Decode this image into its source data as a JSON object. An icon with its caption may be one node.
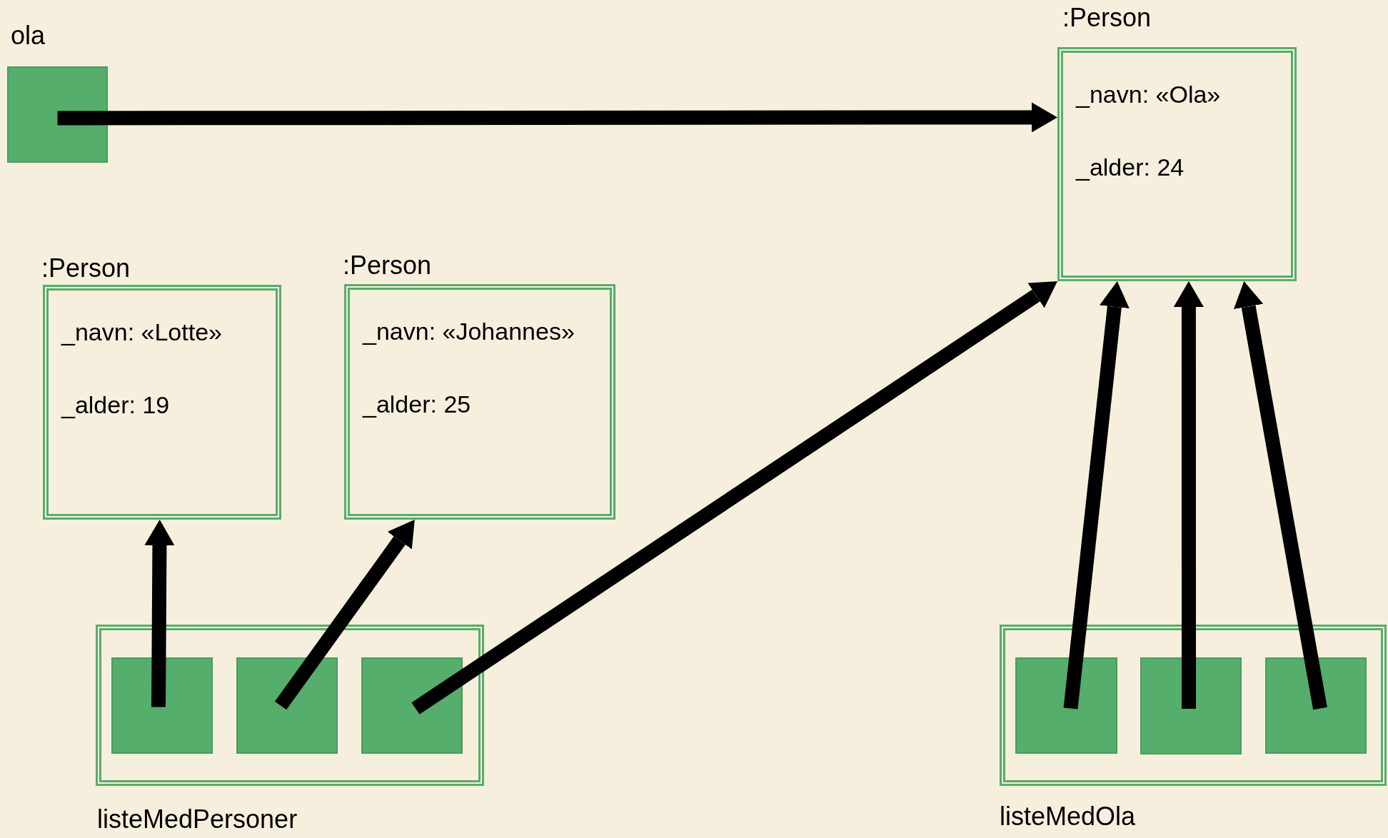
{
  "diagram": {
    "nodes": [
      {
        "text": [
          "ola"
        ]
      },
      {
        "text": [
          ":Person",
          "_navn: «Ola»",
          "_alder: 24"
        ]
      },
      {
        "text": [
          ":Person",
          "_navn: «Lotte»",
          "_alder: 19"
        ]
      },
      {
        "text": [
          ":Person",
          "_navn: «Johannes»",
          "_alder: 25"
        ]
      },
      {
        "text": [
          "listeMedPersoner"
        ]
      },
      {
        "text": [],
        "shape": "box",
        "in": 4
      },
      {
        "text": [],
        "shape": "box",
        "in": 4
      },
      {
        "text": [],
        "shape": "box",
        "in": 4
      },
      {
        "text": [
          "listeMedOla"
        ]
      },
      {
        "text": [],
        "shape": "box",
        "in": 8
      },
      {
        "text": [],
        "shape": "box",
        "in": 8
      },
      {
        "text": [],
        "shape": "box",
        "in": 8
      }
    ],
    "edges": [
      {
        "from": 0,
        "to": 1,
        "arrow": "to"
      },
      {
        "from": 5,
        "to": 2,
        "arrow": "to"
      },
      {
        "from": 6,
        "to": 3,
        "arrow": "to"
      },
      {
        "from": 7,
        "to": 1,
        "arrow": "to"
      },
      {
        "from": 9,
        "to": 1,
        "arrow": "to"
      },
      {
        "from": 10,
        "to": 1,
        "arrow": "to"
      },
      {
        "from": 11,
        "to": 1,
        "arrow": "to"
      }
    ]
  }
}
